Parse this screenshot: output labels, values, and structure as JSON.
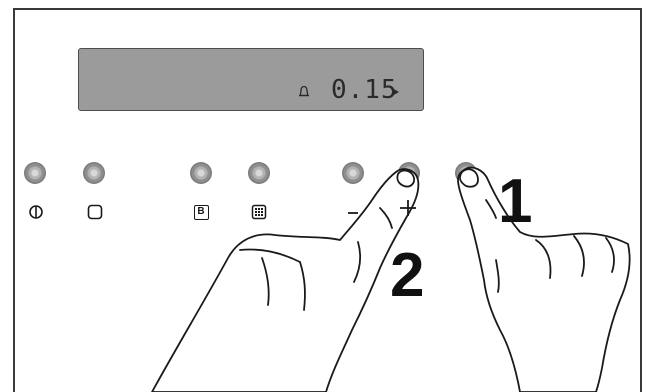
{
  "display": {
    "icon": "bell-icon",
    "time": "0.15",
    "indicator": "arrow-right-icon"
  },
  "buttons": [
    {
      "name": "power",
      "icon": "power-icon"
    },
    {
      "name": "stop",
      "icon": "square-icon"
    },
    {
      "name": "burner",
      "icon": "b-icon",
      "label": "B"
    },
    {
      "name": "grid",
      "icon": "grid-icon"
    },
    {
      "name": "minus",
      "icon": "minus-icon",
      "label": "–"
    },
    {
      "name": "plus",
      "icon": "plus-icon",
      "label": "+"
    },
    {
      "name": "timer",
      "icon": "bell-icon"
    }
  ],
  "instructions": {
    "step1": "1",
    "step2": "2"
  }
}
